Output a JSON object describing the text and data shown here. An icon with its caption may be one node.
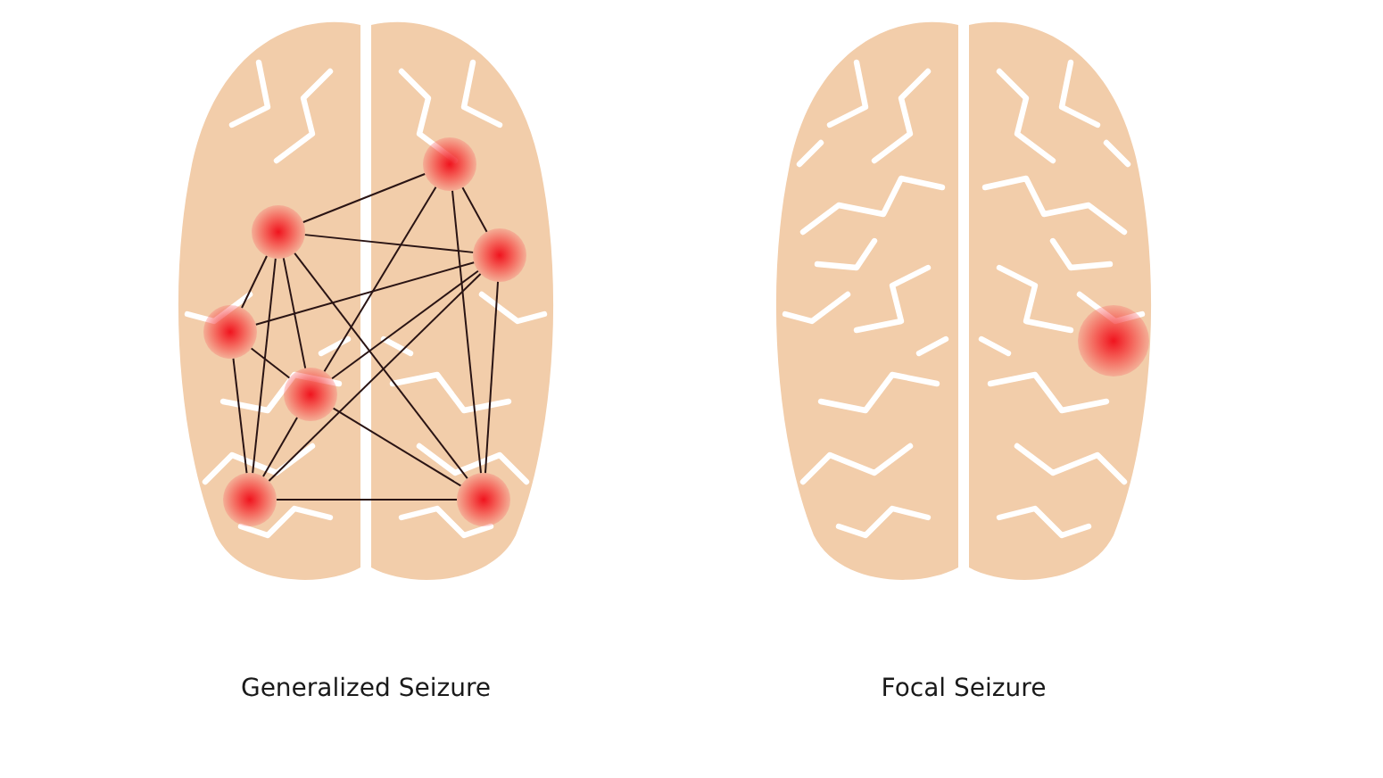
{
  "diagram": {
    "nodes": [
      {
        "text": [],
        "shape": "circle"
      },
      {
        "text": [],
        "shape": "circle"
      },
      {
        "text": [],
        "shape": "circle"
      },
      {
        "text": [],
        "shape": "circle"
      },
      {
        "text": [],
        "shape": "circle"
      },
      {
        "text": [],
        "shape": "circle"
      },
      {
        "text": [],
        "shape": "circle"
      },
      {
        "text": [],
        "shape": "circle"
      }
    ],
    "edges": [
      {
        "from": 0,
        "to": 1,
        "arrow": "none"
      },
      {
        "from": 0,
        "to": 2,
        "arrow": "none"
      },
      {
        "from": 0,
        "to": 3,
        "arrow": "none"
      },
      {
        "from": 0,
        "to": 4,
        "arrow": "none"
      },
      {
        "from": 0,
        "to": 5,
        "arrow": "none"
      },
      {
        "from": 0,
        "to": 6,
        "arrow": "none"
      },
      {
        "from": 1,
        "to": 2,
        "arrow": "none"
      },
      {
        "from": 1,
        "to": 4,
        "arrow": "none"
      },
      {
        "from": 3,
        "to": 4,
        "arrow": "none"
      },
      {
        "from": 1,
        "to": 6,
        "arrow": "none"
      },
      {
        "from": 2,
        "to": 3,
        "arrow": "none"
      },
      {
        "from": 2,
        "to": 4,
        "arrow": "none"
      },
      {
        "from": 2,
        "to": 5,
        "arrow": "none"
      },
      {
        "from": 2,
        "to": 6,
        "arrow": "none"
      },
      {
        "from": 3,
        "to": 5,
        "arrow": "none"
      },
      {
        "from": 4,
        "to": 6,
        "arrow": "none"
      },
      {
        "from": 4,
        "to": 5,
        "arrow": "none"
      },
      {
        "from": 5,
        "to": 6,
        "arrow": "none"
      }
    ],
    "labels": [
      "Generalized Seizure",
      "Focal Seizure"
    ]
  }
}
